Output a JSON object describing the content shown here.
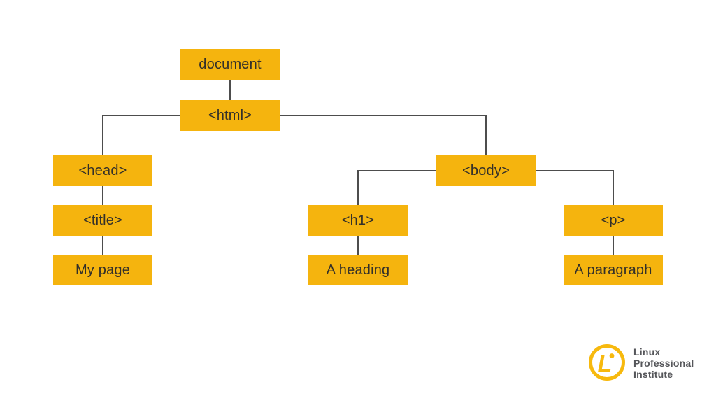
{
  "diagram": {
    "type": "tree",
    "nodes": {
      "document": {
        "label": "document"
      },
      "html": {
        "label": "<html>"
      },
      "head": {
        "label": "<head>"
      },
      "title": {
        "label": "<title>"
      },
      "my_page": {
        "label": "My page"
      },
      "body": {
        "label": "<body>"
      },
      "h1": {
        "label": "<h1>"
      },
      "a_heading": {
        "label": "A heading"
      },
      "p": {
        "label": "<p>"
      },
      "a_paragraph": {
        "label": "A paragraph"
      }
    },
    "edges": [
      [
        "document",
        "html"
      ],
      [
        "html",
        "head"
      ],
      [
        "html",
        "body"
      ],
      [
        "head",
        "title"
      ],
      [
        "title",
        "my_page"
      ],
      [
        "body",
        "h1"
      ],
      [
        "body",
        "p"
      ],
      [
        "h1",
        "a_heading"
      ],
      [
        "p",
        "a_paragraph"
      ]
    ]
  },
  "logo": {
    "monogram": "L",
    "lines": [
      "Linux",
      "Professional",
      "Institute"
    ]
  },
  "colors": {
    "box_fill": "#f5b40e",
    "connector": "#4d4d4d",
    "node_text": "#33302a",
    "logo_yellow": "#f7b90e",
    "logo_text": "#55565a",
    "background": "#ffffff"
  }
}
